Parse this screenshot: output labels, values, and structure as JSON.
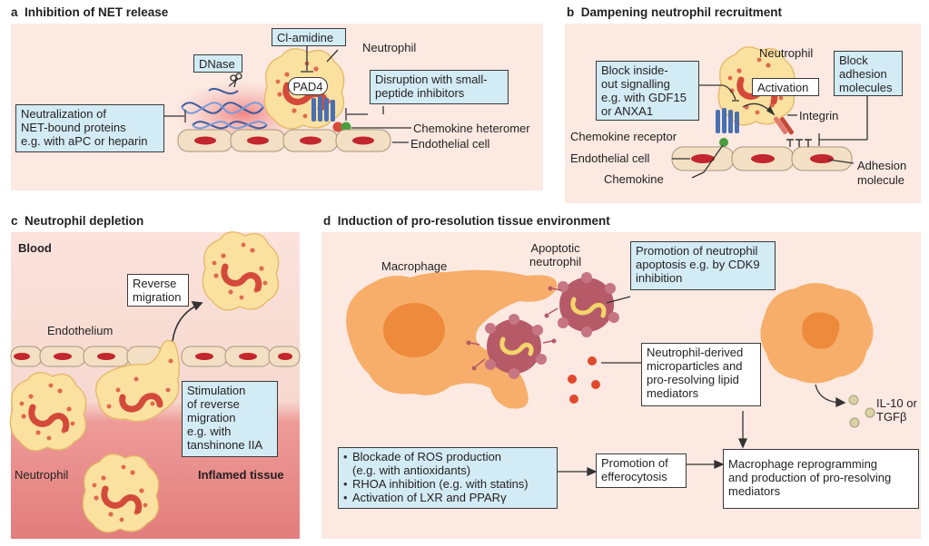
{
  "panel_a": {
    "letter": "a",
    "title": "Inhibition of NET release",
    "dnase": "DNase",
    "cl_amidine": "Cl-amidine",
    "neutrophil": "Neutrophil",
    "pad4": "PAD4",
    "neutralization": [
      "Neutralization of",
      "NET-bound proteins",
      "e.g. with aPC or heparin"
    ],
    "disruption": [
      "Disruption with small-",
      "peptide inhibitors"
    ],
    "chemokine_heteromer": "Chemokine heteromer",
    "endothelial_cell": "Endothelial cell"
  },
  "panel_b": {
    "letter": "b",
    "title": "Dampening neutrophil recruitment",
    "neutrophil": "Neutrophil",
    "block_inside_out": [
      "Block inside-",
      "out signalling",
      "e.g. with GDF15",
      "or ANXA1"
    ],
    "activation": "Activation",
    "block_adhesion": [
      "Block",
      "adhesion",
      "molecules"
    ],
    "integrin": "Integrin",
    "chemokine_receptor": "Chemokine receptor",
    "endothelial_cell": "Endothelial cell",
    "chemokine": "Chemokine",
    "adhesion_molecule": [
      "Adhesion",
      "molecule"
    ]
  },
  "panel_c": {
    "letter": "c",
    "title": "Neutrophil depletion",
    "blood": "Blood",
    "reverse_migration": [
      "Reverse",
      "migration"
    ],
    "endothelium": "Endothelium",
    "stimulation": [
      "Stimulation",
      "of reverse",
      "migration",
      "e.g. with",
      "tanshinone IIA"
    ],
    "neutrophil": "Neutrophil",
    "inflamed_tissue": "Inflamed tissue"
  },
  "panel_d": {
    "letter": "d",
    "title": "Induction of pro-resolution tissue environment",
    "macrophage": "Macrophage",
    "apoptotic_neutrophil": [
      "Apoptotic",
      "neutrophil"
    ],
    "promotion_apoptosis": [
      "Promotion of neutrophil",
      "apoptosis e.g. by CDK9",
      "inhibition"
    ],
    "neutrophil_derived": [
      "Neutrophil-derived",
      "microparticles and",
      "pro-resolving lipid",
      "mediators"
    ],
    "il10": [
      "IL-10 or",
      "TGFβ"
    ],
    "bullets": [
      "Blockade of ROS production",
      "(e.g. with antioxidants)",
      "RHOA inhibition (e.g. with statins)",
      "Activation of LXR and PPARγ"
    ],
    "efferocytosis": [
      "Promotion of",
      "efferocytosis"
    ],
    "reprogramming": [
      "Macrophage reprogramming",
      "and production of pro-resolving",
      "mediators"
    ]
  },
  "colors": {
    "panel_bg": "#fbe9e2",
    "box_fill": "#d3ebf5",
    "cell_fill": "#fbe1a0",
    "cell_dot": "#e06a50",
    "nucleus": "#d44a3a",
    "macrophage": "#f6ae6a",
    "macrophage_nucleus": "#ee8a3c",
    "apoptotic": "#b65a68",
    "endothelial": "#f3e0c4",
    "endothelial_nucleus": "#c2262e",
    "receptor": "#4a6fb2",
    "tissue": "#e07f7d"
  }
}
